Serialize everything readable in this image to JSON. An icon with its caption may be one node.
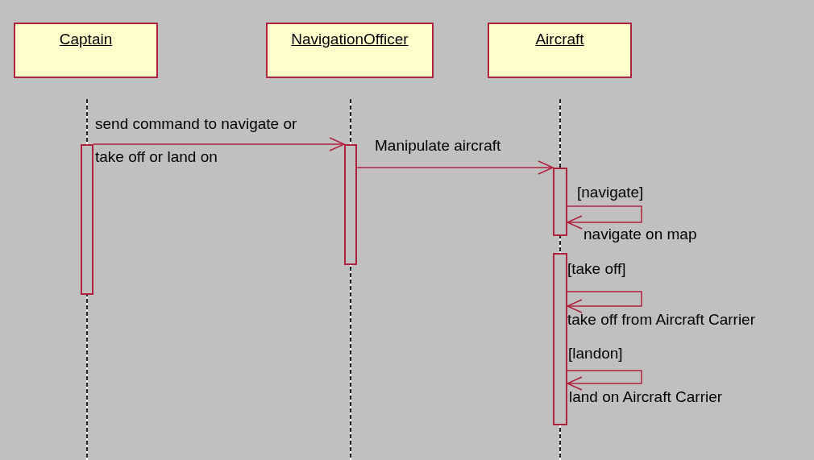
{
  "diagram": {
    "nodes": [
      {
        "text": [
          "Captain"
        ]
      },
      {
        "text": [
          "NavigationOfficer"
        ]
      },
      {
        "text": [
          "Aircraft"
        ]
      },
      {
        "text": [],
        "shape": "bar"
      },
      {
        "text": [],
        "shape": "bar"
      },
      {
        "text": [],
        "shape": "bar"
      },
      {
        "text": [],
        "shape": "bar"
      }
    ],
    "edges": [
      {
        "from": 3,
        "to": 4,
        "arrow": "to",
        "label": "send command to navigate or take off or land on"
      },
      {
        "from": 4,
        "to": 5,
        "arrow": "to",
        "label": "Manipulate aircraft"
      },
      {
        "from": 5,
        "to": 5,
        "arrow": "to",
        "label": "navigate on map"
      },
      {
        "from": 6,
        "to": 6,
        "arrow": "to",
        "label": "take off from Aircraft Carrier"
      },
      {
        "from": 6,
        "to": 6,
        "arrow": "to",
        "label": "land on Aircraft Carrier"
      }
    ],
    "labels": [
      "[navigate]",
      "[take off]",
      "[landon]"
    ]
  }
}
